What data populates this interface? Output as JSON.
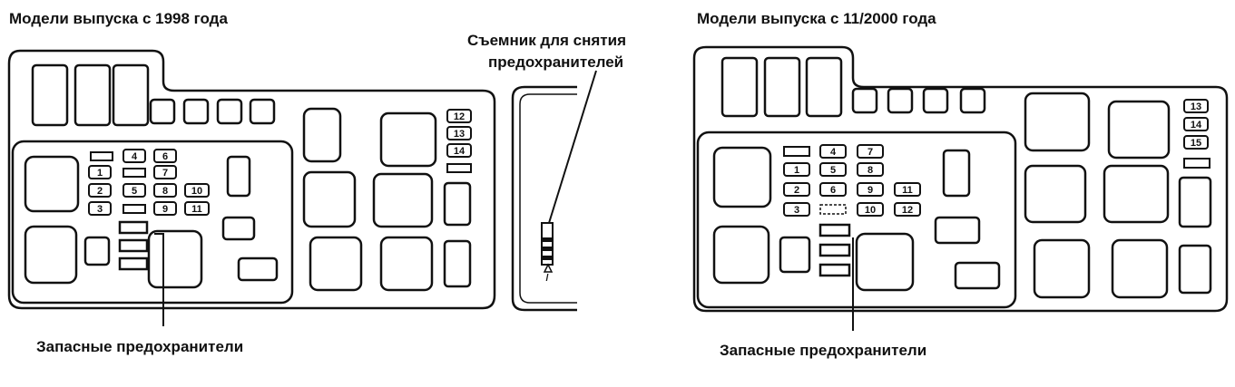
{
  "left": {
    "title": "Модели выпуска с 1998 года",
    "spare_label": "Запасные предохранители",
    "fuse_numbers": [
      "1",
      "2",
      "3",
      "4",
      "5",
      "6",
      "7",
      "8",
      "9",
      "10",
      "11",
      "12",
      "13",
      "14"
    ]
  },
  "puller": {
    "label_line1": "Съемник для снятия",
    "label_line2": "предохранителей"
  },
  "right": {
    "title": "Модели выпуска с 11/2000 года",
    "spare_label": "Запасные предохранители",
    "fuse_numbers": [
      "1",
      "2",
      "3",
      "4",
      "5",
      "6",
      "7",
      "8",
      "9",
      "10",
      "11",
      "12",
      "13",
      "14",
      "15"
    ]
  }
}
